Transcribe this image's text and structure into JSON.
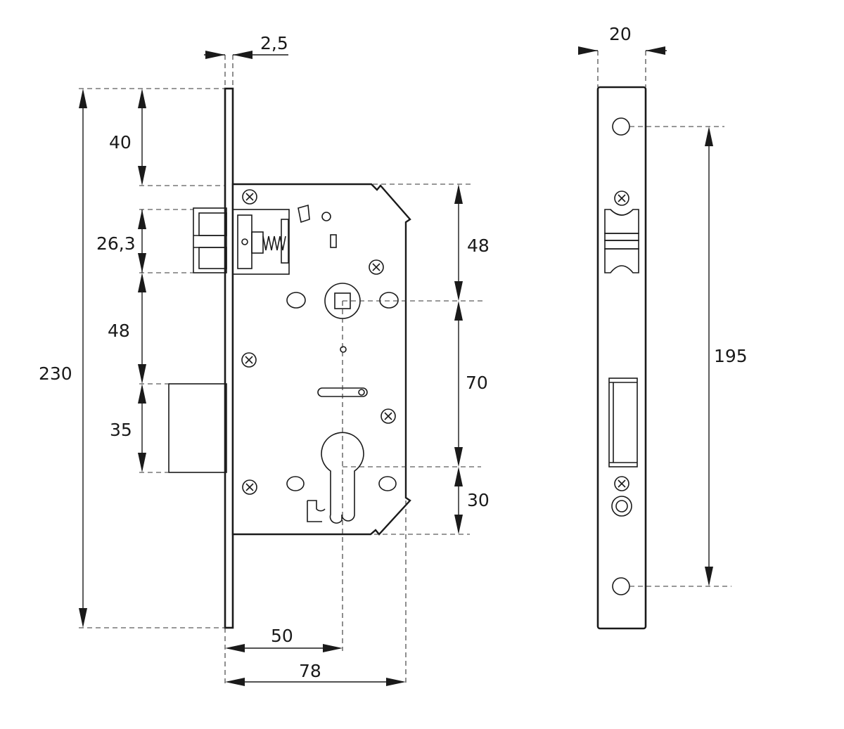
{
  "dimensions": {
    "faceplate_thickness": "2,5",
    "faceplate_width": "20",
    "total_height": "230",
    "top_to_case": "40",
    "latch_height": "26,3",
    "latch_to_deadbolt": "48",
    "deadbolt_height": "35",
    "case_top_to_follower": "48",
    "follower_to_cylinder": "70",
    "cylinder_to_case_bottom": "30",
    "backset": "50",
    "case_depth": "78",
    "fixing_hole_spacing": "195"
  },
  "colors": {
    "line": "#1a1a1a",
    "background": "#ffffff"
  }
}
